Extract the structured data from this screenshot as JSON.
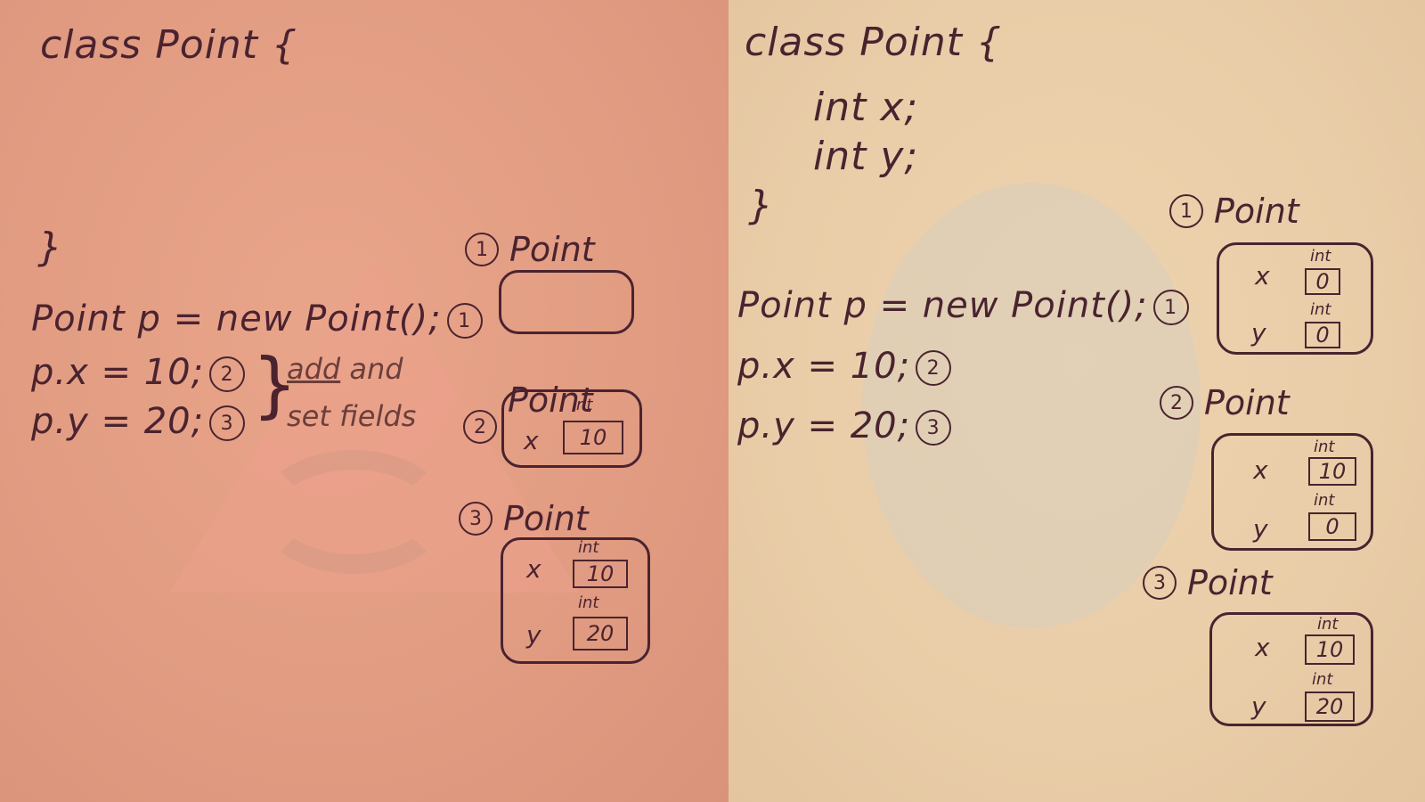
{
  "left": {
    "class_open": "class Point {",
    "class_close": "}",
    "code": [
      {
        "text": "Point p = new Point();",
        "step": "1"
      },
      {
        "text": "p.x = 10;",
        "step": "2"
      },
      {
        "text": "p.y = 20;",
        "step": "3"
      }
    ],
    "annotation_line1_a": "add",
    "annotation_line1_b": " and",
    "annotation_line2": "set fields",
    "objects": [
      {
        "step": "1",
        "title": "Point",
        "fields": []
      },
      {
        "step": "2",
        "title": "Point",
        "fields": [
          {
            "name": "x",
            "type": "int",
            "value": "10"
          }
        ]
      },
      {
        "step": "3",
        "title": "Point",
        "fields": [
          {
            "name": "x",
            "type": "int",
            "value": "10"
          },
          {
            "name": "y",
            "type": "int",
            "value": "20"
          }
        ]
      }
    ]
  },
  "right": {
    "class_open": "class Point {",
    "field_x": "int x;",
    "field_y": "int y;",
    "class_close": "}",
    "code": [
      {
        "text": "Point p = new Point();",
        "step": "1"
      },
      {
        "text": "p.x = 10;",
        "step": "2"
      },
      {
        "text": "p.y = 20;",
        "step": "3"
      }
    ],
    "objects": [
      {
        "step": "1",
        "title": "Point",
        "fields": [
          {
            "name": "x",
            "type": "int",
            "value": "0"
          },
          {
            "name": "y",
            "type": "int",
            "value": "0"
          }
        ]
      },
      {
        "step": "2",
        "title": "Point",
        "fields": [
          {
            "name": "x",
            "type": "int",
            "value": "10"
          },
          {
            "name": "y",
            "type": "int",
            "value": "0"
          }
        ]
      },
      {
        "step": "3",
        "title": "Point",
        "fields": [
          {
            "name": "x",
            "type": "int",
            "value": "10"
          },
          {
            "name": "y",
            "type": "int",
            "value": "20"
          }
        ]
      }
    ]
  },
  "colors": {
    "ink": "#4a2330",
    "left_background": "#e19c82",
    "right_background": "#e9cda8"
  }
}
